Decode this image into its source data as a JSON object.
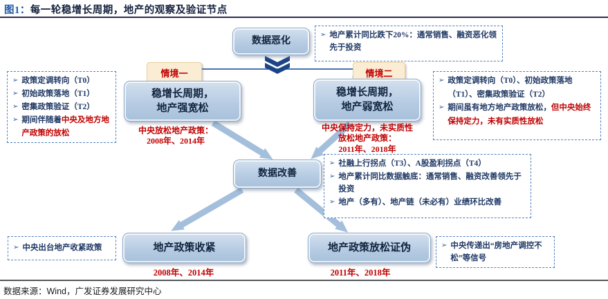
{
  "title": {
    "figure_label": "图1：",
    "text": "每一轮稳增长周期，地产的观察及验证节点"
  },
  "footer": {
    "source": "数据来源：Wind，广发证券发展研究中心"
  },
  "colors": {
    "node_fill": "#b7cce3",
    "node_text": "#10243e",
    "dashed_border": "#4f81bd",
    "note_text": "#1f3864",
    "red_accent": "#c00000",
    "tag_bg": "#fbecd4",
    "arrow": "#a4bfdc",
    "connector": "#2f5fa8"
  },
  "nodes": {
    "data_worsen": "数据恶化",
    "data_improve": "数据改善",
    "policy_tighten": "地产政策收紧",
    "loosen_falsified": "地产政策放松证伪"
  },
  "scenario1": {
    "tag": "情境一",
    "line1": "稳增长周期，",
    "line2": "地产强宽松",
    "note": [
      "中央放松地产政策：",
      "2008年、2014年"
    ],
    "years": "2008年、2014年"
  },
  "scenario2": {
    "tag": "情境二",
    "line1": "稳增长周期，",
    "line2": "地产弱宽松",
    "note": [
      "中央保持定力，未实质性",
      "放松地产政策：",
      "2011年、2018年"
    ],
    "years": "2011年、2018年"
  },
  "top_note": {
    "bold": "地产累计同比跌下20%：",
    "rest": "通常销售、融资恶化领先于投资"
  },
  "left_note": {
    "items": [
      {
        "text": "政策定调转向（T0）"
      },
      {
        "text": "初始政策落地（T1）"
      },
      {
        "text": "密集政策验证（T2）"
      },
      {
        "text": "期间伴随着",
        "red": "中央及地方地产政策的放松"
      }
    ]
  },
  "right_note": {
    "items": [
      {
        "text": "政策定调转向（T0）、初始政策落地（T1）、密集政策验证（T2）"
      },
      {
        "text": "期间虽有地方地产政策放松，",
        "red": "但中央始终保持定力，未有实质性放松"
      }
    ]
  },
  "mid_note": {
    "items": [
      {
        "text": "社融上行拐点（T3）、A股盈利拐点（T4）"
      },
      {
        "text": "地产累计同比数据触底：通常销售、融资改善领先于投资"
      },
      {
        "text": "地产（多有）、地产链（未必有）业绩环比改善"
      }
    ]
  },
  "bottom_left_note": {
    "text": "中央出台地产收紧政策"
  },
  "bottom_right_note": {
    "text": "中央传递出“房地产调控不松”等信号"
  }
}
